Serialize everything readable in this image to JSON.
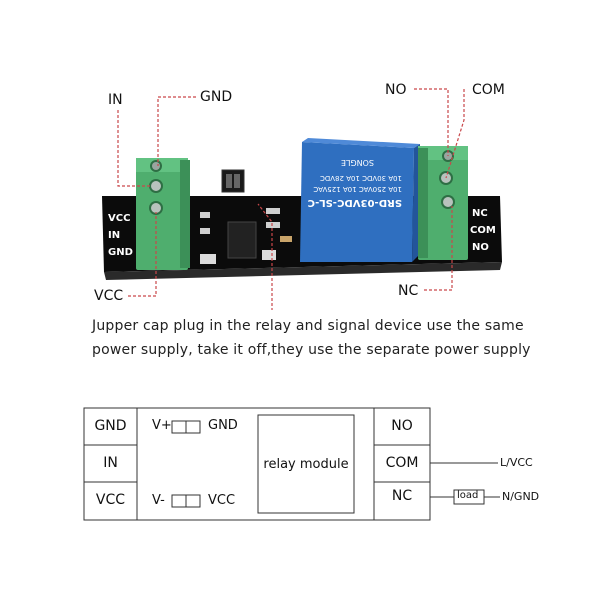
{
  "photo": {
    "labels": {
      "in": "IN",
      "gnd": "GND",
      "vcc": "VCC",
      "no": "NO",
      "com": "COM",
      "nc": "NC"
    },
    "pcb_left_silk": [
      "VCC",
      "IN",
      "GND"
    ],
    "pcb_right_silk": [
      "NC",
      "COM",
      "NO"
    ],
    "relay_markings": {
      "model": "SRD-03VDC-SL-C",
      "brand": "SONGLE",
      "rating_1": "10A 250VAC  10A 125VAC",
      "rating_2": "10A 30VDC  10A 28VDC"
    },
    "note_line_1": "Jupper cap plug in the relay and signal device use the same",
    "note_line_2": "power supply, take it off,they use the separate power supply"
  },
  "schematic": {
    "left_pins": [
      "GND",
      "IN",
      "VCC"
    ],
    "jumper_top": {
      "left": "V+",
      "right": "GND"
    },
    "jumper_bottom": {
      "left": "V-",
      "right": "VCC"
    },
    "module_label": "relay module",
    "right_pins": [
      "NO",
      "COM",
      "NC"
    ],
    "load_label": "load",
    "com_wire": "L/VCC",
    "nc_wire": "N/GND"
  },
  "colors": {
    "pcb": "#0b0b0b",
    "terminal": "#4fae6e",
    "relay": "#2f6fc0",
    "leader": "#c9474a"
  }
}
